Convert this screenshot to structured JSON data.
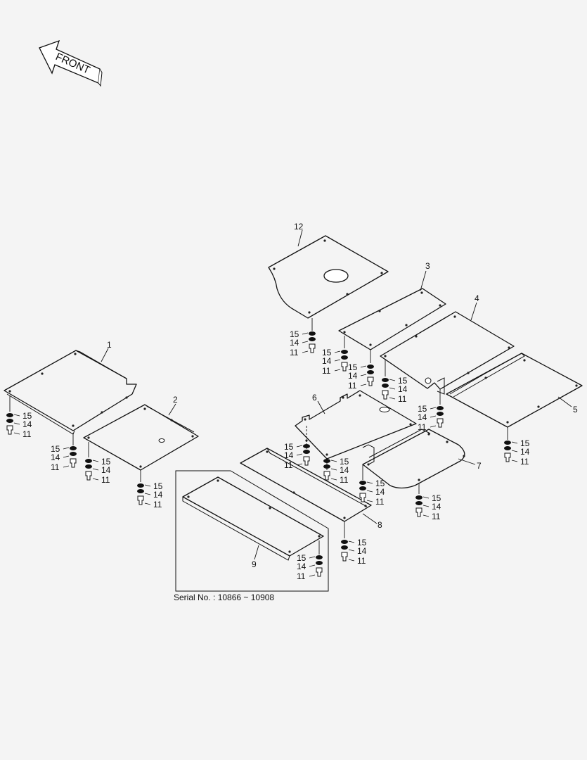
{
  "front_label": "FRONT",
  "serial_note": "Serial No. : 10866 ~ 10908",
  "part_labels": {
    "p1": "1",
    "p2": "2",
    "p3": "3",
    "p4": "4",
    "p5": "5",
    "p6": "6",
    "p7": "7",
    "p8": "8",
    "p9": "9",
    "p12": "12"
  },
  "hardware": {
    "bolt": "11",
    "washer": "14",
    "spacer": "15"
  }
}
